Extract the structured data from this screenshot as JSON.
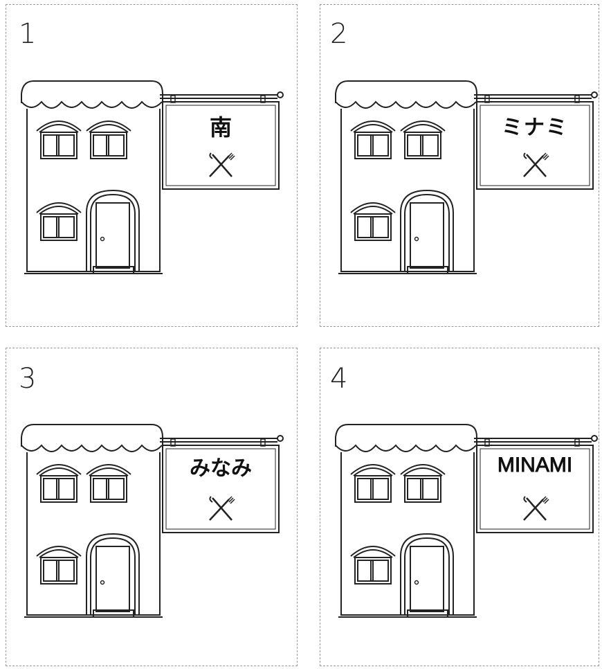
{
  "panels": [
    {
      "number": "1",
      "sign": "南"
    },
    {
      "number": "2",
      "sign": "ミナミ"
    },
    {
      "number": "3",
      "sign": "みなみ"
    },
    {
      "number": "4",
      "sign": "MINAMI"
    }
  ],
  "colors": {
    "line": "#222222",
    "frame": "#9a9a9a"
  },
  "icons": {
    "sign_icon": "fork-and-knife-icon"
  }
}
